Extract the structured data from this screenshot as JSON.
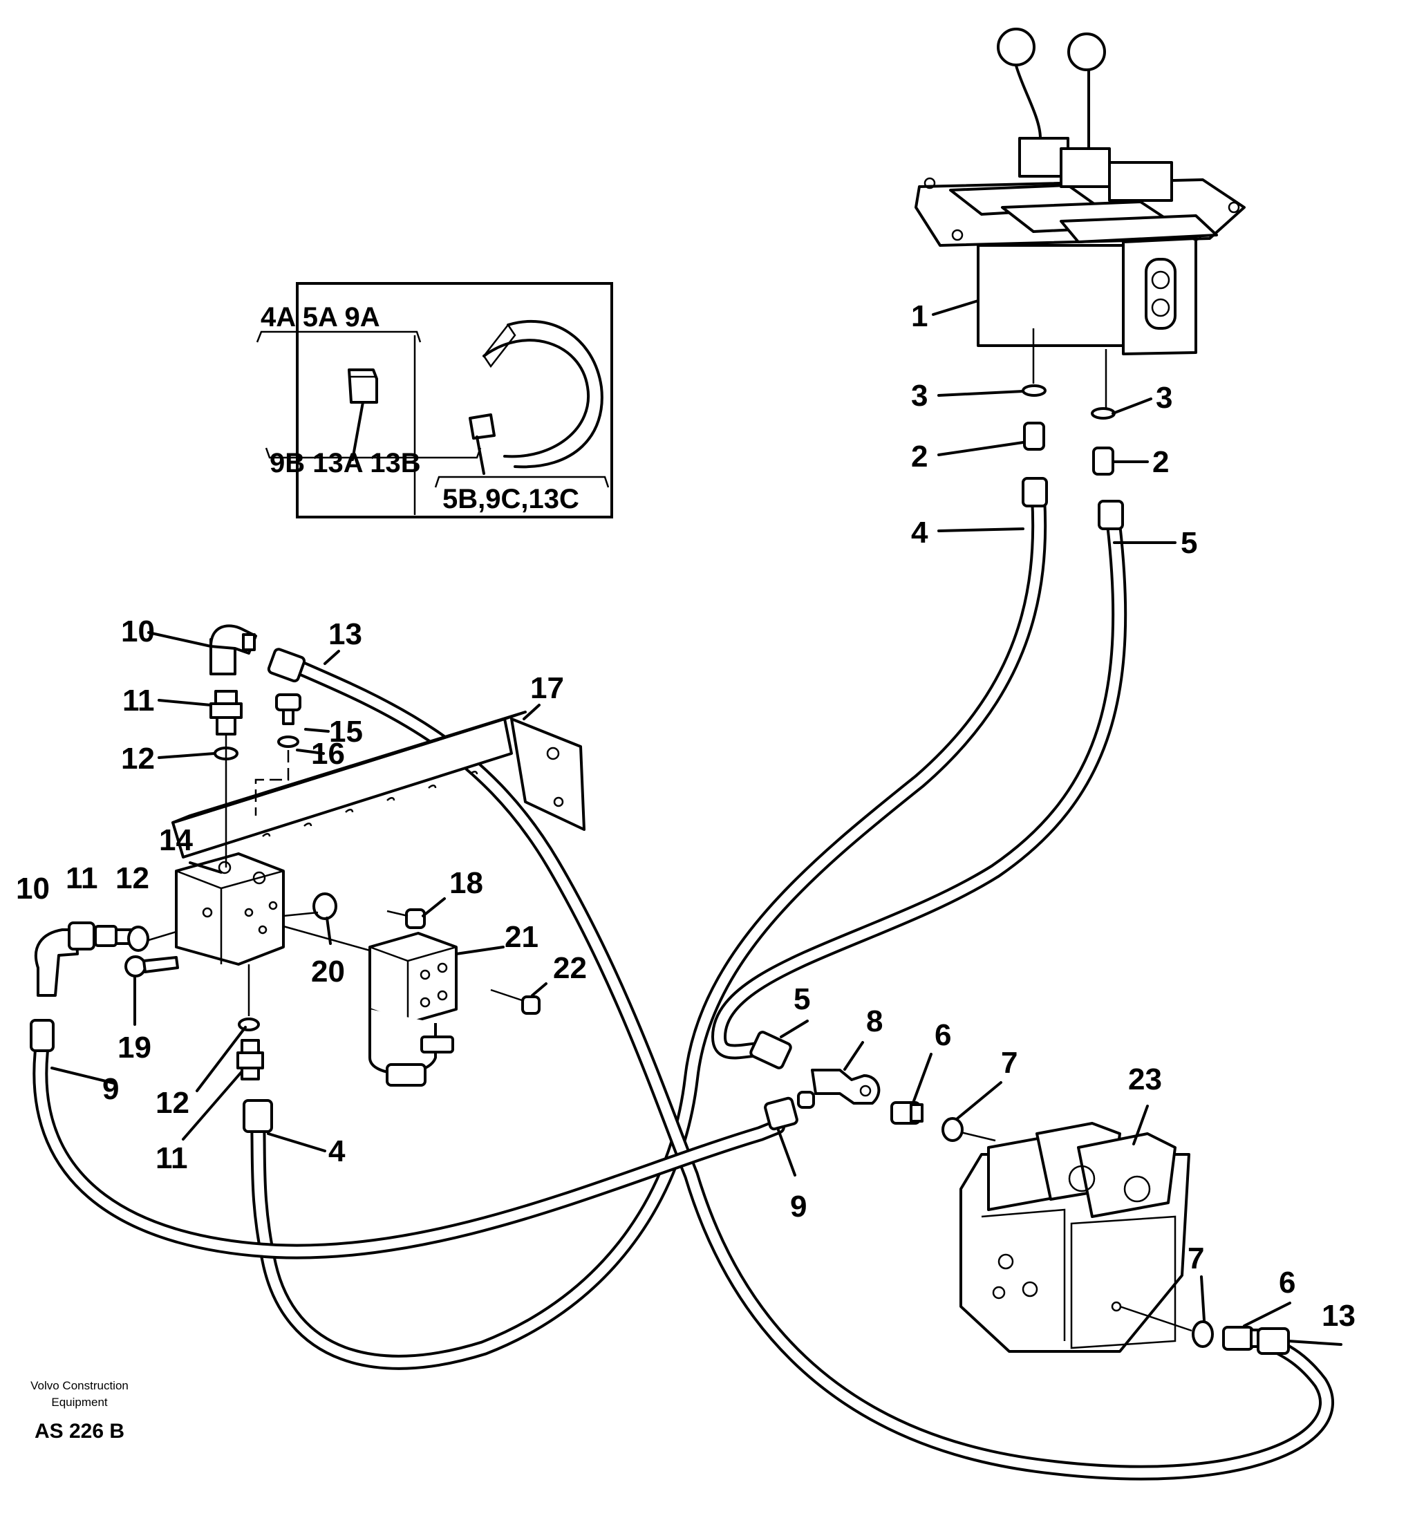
{
  "labels": {
    "l1": "1",
    "l2a": "2",
    "l2b": "2",
    "l3a": "3",
    "l3b": "3",
    "l4a": "4",
    "l4b": "4",
    "l5a": "5",
    "l5b": "5",
    "l6a": "6",
    "l6b": "6",
    "l7a": "7",
    "l7b": "7",
    "l8": "8",
    "l9a": "9",
    "l9b": "9",
    "l10a": "10",
    "l10b": "10",
    "l11a": "11",
    "l11b": "11",
    "l11c": "11",
    "l12a": "12",
    "l12b": "12",
    "l12c": "12",
    "l13a": "13",
    "l13b": "13",
    "l14": "14",
    "l15": "15",
    "l16": "16",
    "l17": "17",
    "l18": "18",
    "l19": "19",
    "l20": "20",
    "l21": "21",
    "l22": "22",
    "l23": "23"
  },
  "inset": {
    "top_left": "4A 5A 9A",
    "bottom_left": "9B 13A 13B",
    "bottom_right": "5B,9C,13C"
  },
  "footer": {
    "company_line1": "Volvo Construction",
    "company_line2": "Equipment",
    "code": "AS 226 B"
  }
}
